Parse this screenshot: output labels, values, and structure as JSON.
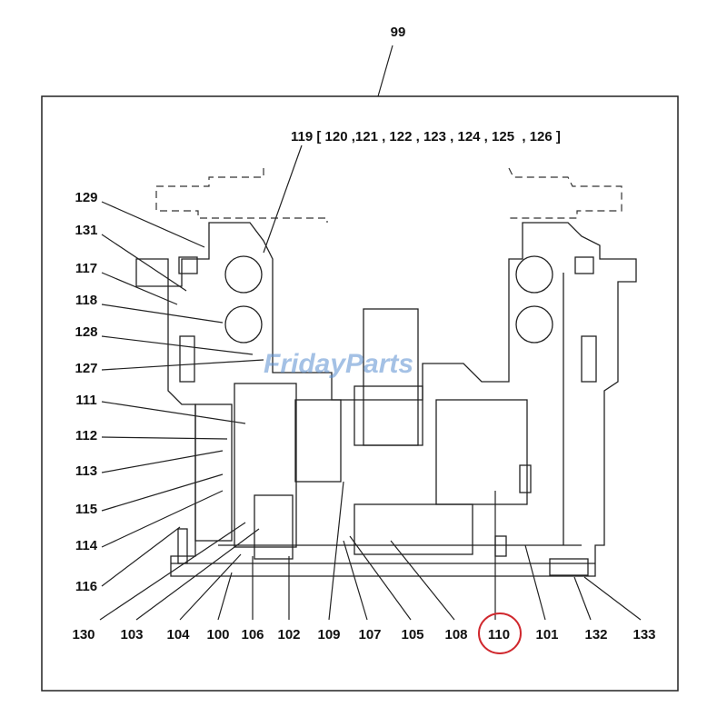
{
  "diagram": {
    "assembly_label": "99",
    "group_label": "119 [ 120 ,121 , 122 , 123 , 124 , 125  , 126 ]",
    "left_labels": [
      "129",
      "131",
      "117",
      "118",
      "128",
      "127",
      "111",
      "112",
      "113",
      "115",
      "114",
      "116"
    ],
    "bottom_labels": [
      "130",
      "103",
      "104",
      "100",
      "106",
      "102",
      "109",
      "107",
      "105",
      "108",
      "110",
      "101",
      "132",
      "133"
    ],
    "highlighted_label": "110",
    "highlight_color": "#d0282e",
    "watermark": "FridayParts"
  }
}
